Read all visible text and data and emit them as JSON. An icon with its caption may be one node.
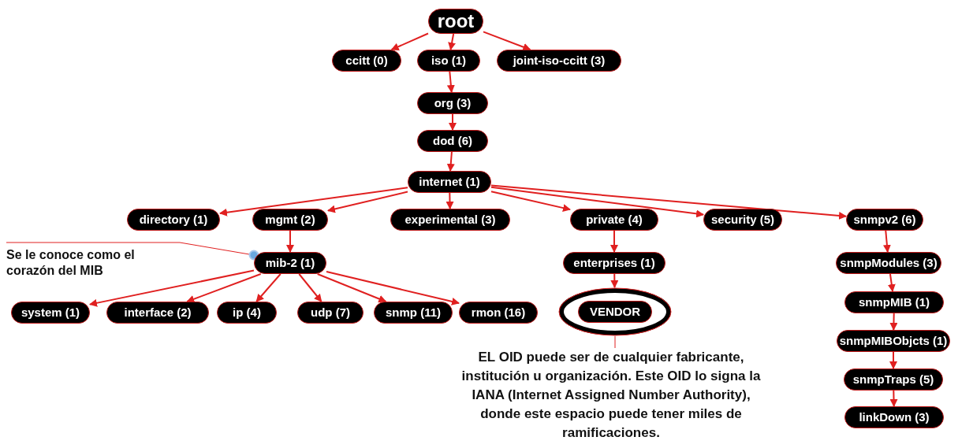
{
  "diagram": {
    "nodes": [
      {
        "text": [
          "root"
        ]
      },
      {
        "text": [
          "ccitt (0)"
        ]
      },
      {
        "text": [
          "iso (1)"
        ]
      },
      {
        "text": [
          "joint-iso-ccitt (3)"
        ]
      },
      {
        "text": [
          "org (3)"
        ]
      },
      {
        "text": [
          "dod (6)"
        ]
      },
      {
        "text": [
          "internet (1)"
        ]
      },
      {
        "text": [
          "directory (1)"
        ]
      },
      {
        "text": [
          "mgmt (2)"
        ]
      },
      {
        "text": [
          "experimental (3)"
        ]
      },
      {
        "text": [
          "private (4)"
        ]
      },
      {
        "text": [
          "security (5)"
        ]
      },
      {
        "text": [
          "snmpv2 (6)"
        ]
      },
      {
        "text": [
          "Se le conoce como el corazón del MIB"
        ]
      },
      {
        "text": [
          "mib-2 (1)"
        ]
      },
      {
        "text": [
          "enterprises (1)"
        ]
      },
      {
        "text": [
          "snmpModules (3)"
        ]
      },
      {
        "text": [
          "system (1)"
        ]
      },
      {
        "text": [
          "interface (2)"
        ]
      },
      {
        "text": [
          "ip (4)"
        ]
      },
      {
        "text": [
          "udp (7)"
        ]
      },
      {
        "text": [
          "snmp (11)"
        ]
      },
      {
        "text": [
          "rmon (16)"
        ]
      },
      {
        "text": [],
        "shape": "ellipse"
      },
      {
        "text": [
          "VENDOR"
        ],
        "in": 23
      },
      {
        "text": [
          "snmpMIB (1)"
        ]
      },
      {
        "text": [
          "snmpMIBObjcts (1)"
        ]
      },
      {
        "text": [
          "EL OID puede ser de cualquier fabricante, institución u organización. Este OID lo signa la IANA (Internet Assigned Number Authority), donde este espacio puede tener miles de ramificaciones."
        ]
      },
      {
        "text": [
          "snmpTraps (5)"
        ]
      },
      {
        "text": [
          "linkDown (3)"
        ]
      }
    ],
    "edges": [
      {
        "from": 0,
        "to": 1,
        "arrow": "to"
      },
      {
        "from": 0,
        "to": 2,
        "arrow": "to"
      },
      {
        "from": 0,
        "to": 3,
        "arrow": "to"
      },
      {
        "from": 2,
        "to": 4,
        "arrow": "to"
      },
      {
        "from": 4,
        "to": 5,
        "arrow": "to"
      },
      {
        "from": 5,
        "to": 6,
        "arrow": "to"
      },
      {
        "from": 6,
        "to": 7,
        "arrow": "to"
      },
      {
        "from": 6,
        "to": 8,
        "arrow": "to"
      },
      {
        "from": 6,
        "to": 9,
        "arrow": "to"
      },
      {
        "from": 6,
        "to": 10,
        "arrow": "to"
      },
      {
        "from": 6,
        "to": 11,
        "arrow": "to"
      },
      {
        "from": 6,
        "to": 12,
        "arrow": "to"
      },
      {
        "from": 8,
        "to": 14,
        "arrow": "to"
      },
      {
        "from": 10,
        "to": 15,
        "arrow": "to"
      },
      {
        "from": 12,
        "to": 16,
        "arrow": "to"
      },
      {
        "from": 13,
        "to": 14,
        "arrow": "other"
      },
      {
        "from": 14,
        "to": 17,
        "arrow": "to"
      },
      {
        "from": 14,
        "to": 18,
        "arrow": "to"
      },
      {
        "from": 14,
        "to": 19,
        "arrow": "to"
      },
      {
        "from": 14,
        "to": 20,
        "arrow": "to"
      },
      {
        "from": 14,
        "to": 21,
        "arrow": "to"
      },
      {
        "from": 14,
        "to": 22,
        "arrow": "to"
      },
      {
        "from": 15,
        "to": 23,
        "arrow": "to"
      },
      {
        "from": 16,
        "to": 25,
        "arrow": "to"
      },
      {
        "from": 25,
        "to": 26,
        "arrow": "to"
      },
      {
        "from": 26,
        "to": 28,
        "arrow": "to"
      },
      {
        "from": 28,
        "to": 29,
        "arrow": "to"
      },
      {
        "from": 27,
        "to": 23,
        "arrow": "none"
      }
    ]
  }
}
